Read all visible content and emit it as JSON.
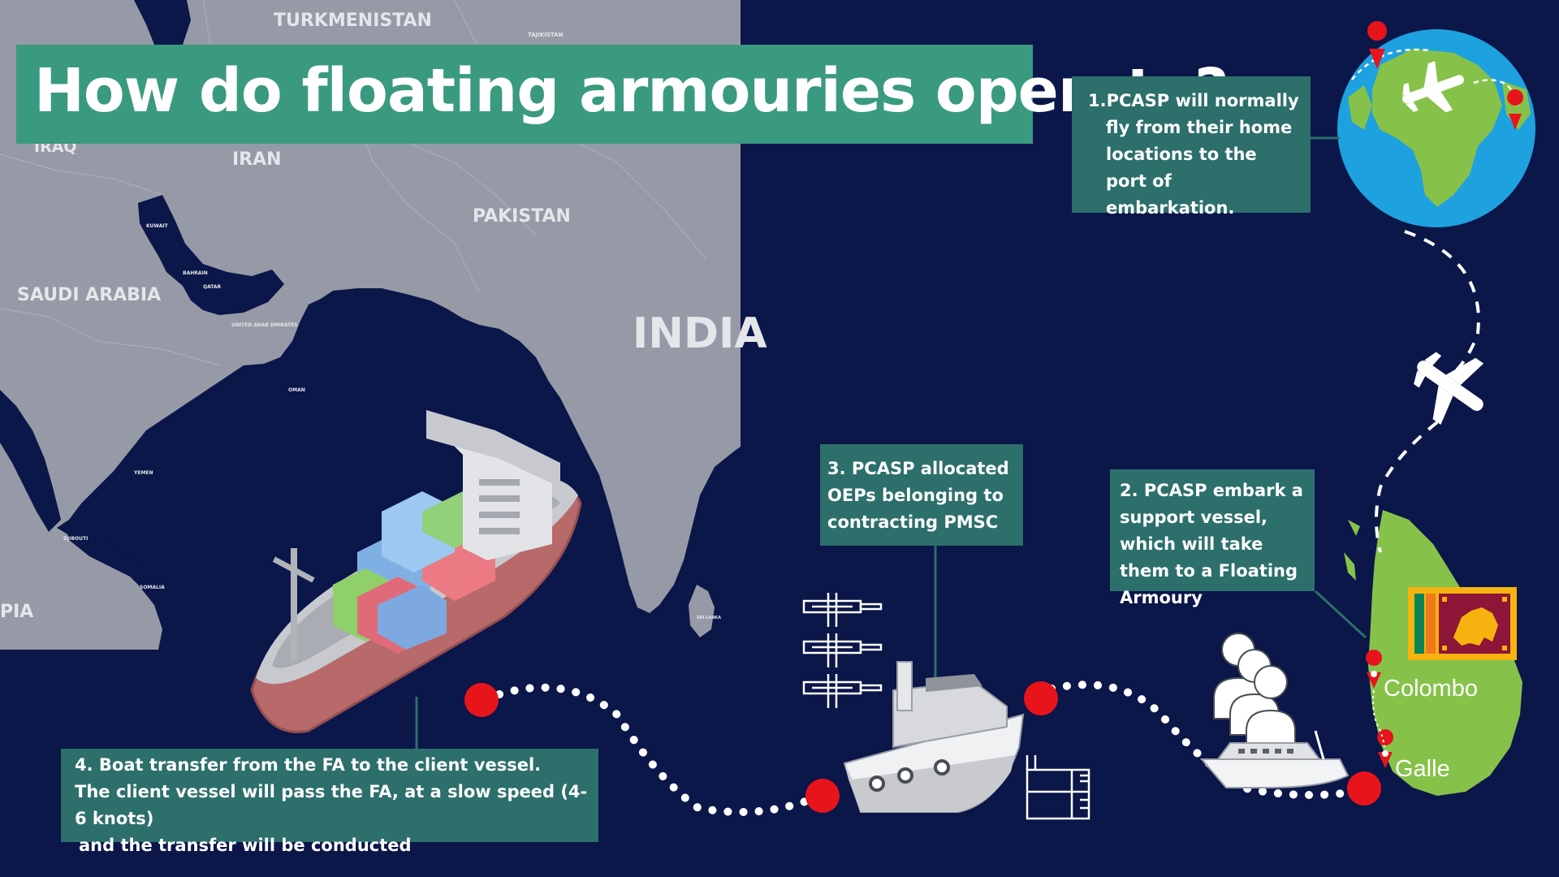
{
  "title": "How do floating armouries operate?",
  "map_labels": {
    "turkmenistan": "TURKMENISTAN",
    "iraq": "IRAQ",
    "iran": "IRAN",
    "pakistan": "PAKISTAN",
    "saudi_arabia": "SAUDI ARABIA",
    "india": "INDIA",
    "pia": "PIA",
    "tajikistan": "TAJIKISTAN",
    "kuwait": "KUWAIT",
    "bahrain": "BAHRAIN",
    "qatar": "QATAR",
    "uae": "UNITED ARAB EMIRATES",
    "oman": "OMAN",
    "yemen": "YEMEN",
    "djibouti": "DJIBOUTI",
    "somalia": "SOMALIA",
    "sri_lanka": "SRI LANKA"
  },
  "steps": {
    "step1": "1.PCASP will normally fly from their home locations to the port of embarkation.",
    "step2": "2. PCASP embark a support vessel, which will take them to a Floating Armoury",
    "step3": "3. PCASP allocated OEPs belonging to contracting PMSC",
    "step4_line1": "4. Boat transfer from the FA to the client vessel.",
    "step4_line2": "The client vessel will pass the FA, at a slow speed (4-6 knots)",
    "step4_line3": "and the transfer will be conducted"
  },
  "places": {
    "colombo": "Colombo",
    "galle": "Galle"
  },
  "icons": [
    "globe-icon",
    "plane-icon",
    "location-pin-icon",
    "cargo-ship-icon",
    "support-vessel-icon",
    "rifle-icon",
    "crew-icon",
    "speedboat-icon",
    "rack-icon",
    "sri-lanka-flag-icon"
  ],
  "colors": {
    "background": "#0b1649",
    "land": "#969aa6",
    "title_box": "#3a9a80",
    "step_box": "#2c6f6b",
    "route_dot": "#e8141b",
    "sri_lanka": "#86c24a"
  }
}
